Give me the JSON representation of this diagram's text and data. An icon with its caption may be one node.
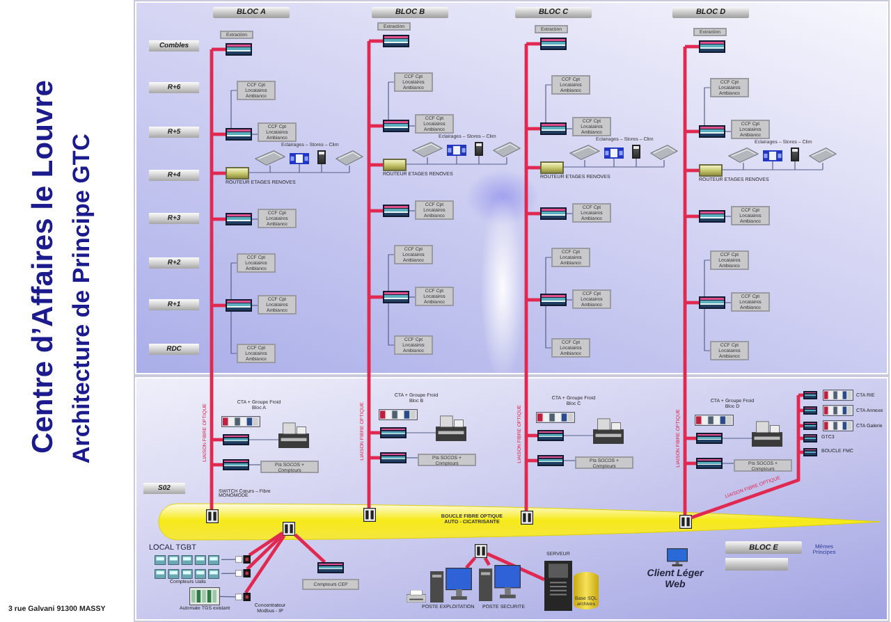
{
  "diagram": {
    "title": "Centre d’Affaires le Louvre",
    "nodes": [
      {
        "text": [
          "BLOC A"
        ]
      },
      {
        "text": [
          "BLOC B"
        ]
      },
      {
        "text": [
          "BLOC C"
        ]
      },
      {
        "text": [
          "BLOC D"
        ]
      },
      {
        "text": [
          "Combles"
        ]
      },
      {
        "text": [
          "R+6"
        ]
      },
      {
        "text": [
          "R+5"
        ]
      },
      {
        "text": [
          "R+4"
        ]
      },
      {
        "text": [
          "R+3"
        ]
      },
      {
        "text": [
          "R+2"
        ]
      },
      {
        "text": [
          "R+1"
        ]
      },
      {
        "text": [
          "RDC"
        ]
      },
      {
        "text": [
          "S02"
        ]
      },
      {
        "text": [
          "Extraction"
        ]
      },
      {
        "text": [],
        "shape": "picture"
      },
      {
        "text": [
          "CCF Cpt Locataires Ambiance"
        ]
      },
      {
        "text": [],
        "shape": "picture"
      },
      {
        "text": [
          "CCF Cpt Locataires Ambiance"
        ]
      },
      {
        "text": [],
        "shape": "picture",
        "beside": [
          "ROUTEUR ETAGES RENOVES"
        ]
      },
      {
        "text": [],
        "shape": "picture"
      },
      {
        "text": [],
        "shape": "picture"
      },
      {
        "text": [],
        "shape": "picture"
      },
      {
        "text": [],
        "shape": "picture"
      },
      {
        "text": [],
        "shape": "picture"
      },
      {
        "text": [
          "CCF Cpt Locataires Ambiance"
        ]
      },
      {
        "text": [
          "CCF Cpt Locataires Ambiance"
        ]
      },
      {
        "text": [],
        "shape": "picture"
      },
      {
        "text": [
          "CCF Cpt Locataires Ambiance"
        ]
      },
      {
        "text": [
          "CCF Cpt Locataires Ambiance"
        ]
      },
      {
        "text": [],
        "shape": "picture"
      },
      {
        "text": [],
        "shape": "picture"
      },
      {
        "text": [],
        "shape": "picture"
      },
      {
        "text": [
          "Pts SOCOS + Compteurs"
        ]
      },
      {
        "text": [],
        "shape": "picture",
        "in": 97
      },
      {
        "text": [
          "Extraction"
        ]
      },
      {
        "text": [],
        "shape": "picture"
      },
      {
        "text": [
          "CCF Cpt Locataires Ambiance"
        ]
      },
      {
        "text": [],
        "shape": "picture"
      },
      {
        "text": [
          "CCF Cpt Locataires Ambiance"
        ]
      },
      {
        "text": [],
        "shape": "picture",
        "beside": [
          "ROUTEUR ETAGES RENOVES"
        ]
      },
      {
        "text": [],
        "shape": "picture"
      },
      {
        "text": [],
        "shape": "picture"
      },
      {
        "text": [],
        "shape": "picture"
      },
      {
        "text": [],
        "shape": "picture"
      },
      {
        "text": [],
        "shape": "picture"
      },
      {
        "text": [
          "CCF Cpt Locataires Ambiance"
        ]
      },
      {
        "text": [
          "CCF Cpt Locataires Ambiance"
        ]
      },
      {
        "text": [],
        "shape": "picture"
      },
      {
        "text": [
          "CCF Cpt Locataires Ambiance"
        ]
      },
      {
        "text": [
          "CCF Cpt Locataires Ambiance"
        ]
      },
      {
        "text": [],
        "shape": "picture"
      },
      {
        "text": [],
        "shape": "picture"
      },
      {
        "text": [],
        "shape": "picture"
      },
      {
        "text": [
          "Pts SOCOS + Compteurs"
        ]
      },
      {
        "text": [],
        "shape": "picture",
        "in": 97
      },
      {
        "text": [
          "Extraction"
        ]
      },
      {
        "text": [],
        "shape": "picture"
      },
      {
        "text": [
          "CCF Cpt Locataires Ambiance"
        ]
      },
      {
        "text": [],
        "shape": "picture"
      },
      {
        "text": [
          "CCF Cpt Locataires Ambiance"
        ]
      },
      {
        "text": [],
        "shape": "picture",
        "beside": [
          "ROUTEUR ETAGES RENOVES"
        ]
      },
      {
        "text": [],
        "shape": "picture"
      },
      {
        "text": [],
        "shape": "picture"
      },
      {
        "text": [],
        "shape": "picture"
      },
      {
        "text": [],
        "shape": "picture"
      },
      {
        "text": [],
        "shape": "picture"
      },
      {
        "text": [
          "CCF Cpt Locataires Ambiance"
        ]
      },
      {
        "text": [
          "CCF Cpt Locataires Ambiance"
        ]
      },
      {
        "text": [],
        "shape": "picture"
      },
      {
        "text": [
          "CCF Cpt Locataires Ambiance"
        ]
      },
      {
        "text": [
          "CCF Cpt Locataires Ambiance"
        ]
      },
      {
        "text": [],
        "shape": "picture"
      },
      {
        "text": [],
        "shape": "picture"
      },
      {
        "text": [],
        "shape": "picture"
      },
      {
        "text": [
          "Pts SOCOS + Compteurs"
        ]
      },
      {
        "text": [],
        "shape": "picture",
        "in": 97
      },
      {
        "text": [
          "Extraction"
        ]
      },
      {
        "text": [],
        "shape": "picture"
      },
      {
        "text": [
          "CCF Cpt Locataires Ambiance"
        ]
      },
      {
        "text": [],
        "shape": "picture"
      },
      {
        "text": [
          "CCF Cpt Locataires Ambiance"
        ]
      },
      {
        "text": [],
        "shape": "picture",
        "beside": [
          "ROUTEUR ETAGES RENOVES"
        ]
      },
      {
        "text": [],
        "shape": "picture"
      },
      {
        "text": [],
        "shape": "picture"
      },
      {
        "text": [],
        "shape": "picture"
      },
      {
        "text": [],
        "shape": "picture"
      },
      {
        "text": [],
        "shape": "picture"
      },
      {
        "text": [
          "CCF Cpt Locataires Ambiance"
        ]
      },
      {
        "text": [
          "CCF Cpt Locataires Ambiance"
        ]
      },
      {
        "text": [],
        "shape": "picture"
      },
      {
        "text": [
          "CCF Cpt Locataires Ambiance"
        ]
      },
      {
        "text": [
          "CCF Cpt Locataires Ambiance"
        ]
      },
      {
        "text": [],
        "shape": "picture"
      },
      {
        "text": [],
        "shape": "picture"
      },
      {
        "text": [],
        "shape": "picture"
      },
      {
        "text": [
          "Pts SOCOS + Compteurs"
        ]
      },
      {
        "text": [],
        "shape": "picture",
        "in": 97
      },
      {
        "text": [
          "BOUCLE FIBRE OPTIQUE AUTO - CICATRISANTE"
        ]
      },
      {
        "text": [],
        "shape": "picture",
        "in": 97
      },
      {
        "text": [],
        "shape": "picture"
      },
      {
        "text": [],
        "shape": "picture"
      },
      {
        "text": [],
        "shape": "picture",
        "beside": [
          "Concentrateur Modbus - IP"
        ]
      },
      {
        "text": [],
        "shape": "picture"
      },
      {
        "text": [],
        "shape": "picture"
      },
      {
        "text": [],
        "shape": "picture",
        "beside": [
          "Automate TGS existant"
        ]
      },
      {
        "text": [],
        "shape": "picture"
      },
      {
        "text": [
          "Compteurs CEP"
        ]
      },
      {
        "text": [],
        "shape": "picture"
      },
      {
        "text": [],
        "shape": "picture",
        "beside": [
          "POSTE EXPLOITATION"
        ]
      },
      {
        "text": [],
        "shape": "picture",
        "beside": [
          "POSTE SECURITE"
        ]
      },
      {
        "text": [],
        "shape": "picture",
        "beside": [
          "SERVEUR"
        ]
      },
      {
        "text": [
          "Base SQL archives"
        ]
      },
      {
        "text": [],
        "shape": "picture"
      },
      {
        "text": [],
        "shape": "picture"
      },
      {
        "text": [],
        "shape": "picture"
      },
      {
        "text": [],
        "shape": "picture",
        "beside": [
          "GTC3"
        ]
      },
      {
        "text": [],
        "shape": "picture",
        "beside": [
          "BOUCLE FMC"
        ]
      },
      {
        "text": [
          "BLOC E"
        ]
      },
      {
        "text": [],
        "shape": "box"
      }
    ],
    "edges": [
      {
        "from": 14,
        "to": 33,
        "arrow": "none",
        "style": "thick",
        "color": "#e02850"
      },
      {
        "from": 16,
        "to": 33,
        "arrow": "none",
        "style": "thick",
        "color": "#e02850"
      },
      {
        "from": 18,
        "to": 33,
        "arrow": "none",
        "style": "thick",
        "color": "#e02850"
      },
      {
        "from": 23,
        "to": 33,
        "arrow": "none",
        "style": "thick",
        "color": "#e02850"
      },
      {
        "from": 26,
        "to": 33,
        "arrow": "none",
        "style": "thick",
        "color": "#e02850",
        "label": "LIAISON FIBRE OPTIQUE"
      },
      {
        "from": 29,
        "to": 33,
        "arrow": "none",
        "style": "thick",
        "color": "#e02850"
      },
      {
        "from": 31,
        "to": 33,
        "arrow": "none",
        "style": "thick",
        "color": "#e02850"
      },
      {
        "from": 16,
        "to": 15,
        "arrow": "none"
      },
      {
        "from": 16,
        "to": 17,
        "arrow": "none"
      },
      {
        "from": 18,
        "to": 19,
        "arrow": "none"
      },
      {
        "from": 18,
        "to": 20,
        "arrow": "none"
      },
      {
        "from": 18,
        "to": 21,
        "arrow": "none"
      },
      {
        "from": 18,
        "to": 22,
        "arrow": "none"
      },
      {
        "from": 23,
        "to": 24,
        "arrow": "none"
      },
      {
        "from": 26,
        "to": 25,
        "arrow": "none"
      },
      {
        "from": 26,
        "to": 27,
        "arrow": "none"
      },
      {
        "from": 26,
        "to": 28,
        "arrow": "none"
      },
      {
        "from": 29,
        "to": 30,
        "arrow": "none"
      },
      {
        "from": 31,
        "to": 32,
        "arrow": "none"
      },
      {
        "from": 35,
        "to": 54,
        "arrow": "none",
        "style": "thick",
        "color": "#e02850"
      },
      {
        "from": 37,
        "to": 54,
        "arrow": "none",
        "style": "thick",
        "color": "#e02850"
      },
      {
        "from": 39,
        "to": 54,
        "arrow": "none",
        "style": "thick",
        "color": "#e02850"
      },
      {
        "from": 44,
        "to": 54,
        "arrow": "none",
        "style": "thick",
        "color": "#e02850"
      },
      {
        "from": 47,
        "to": 54,
        "arrow": "none",
        "style": "thick",
        "color": "#e02850",
        "label": "LIAISON FIBRE OPTIQUE"
      },
      {
        "from": 50,
        "to": 54,
        "arrow": "none",
        "style": "thick",
        "color": "#e02850"
      },
      {
        "from": 52,
        "to": 54,
        "arrow": "none",
        "style": "thick",
        "color": "#e02850"
      },
      {
        "from": 37,
        "to": 36,
        "arrow": "none"
      },
      {
        "from": 37,
        "to": 38,
        "arrow": "none"
      },
      {
        "from": 39,
        "to": 40,
        "arrow": "none"
      },
      {
        "from": 39,
        "to": 41,
        "arrow": "none"
      },
      {
        "from": 39,
        "to": 42,
        "arrow": "none"
      },
      {
        "from": 39,
        "to": 43,
        "arrow": "none"
      },
      {
        "from": 44,
        "to": 45,
        "arrow": "none"
      },
      {
        "from": 47,
        "to": 46,
        "arrow": "none"
      },
      {
        "from": 47,
        "to": 48,
        "arrow": "none"
      },
      {
        "from": 47,
        "to": 49,
        "arrow": "none"
      },
      {
        "from": 50,
        "to": 51,
        "arrow": "none"
      },
      {
        "from": 52,
        "to": 53,
        "arrow": "none"
      },
      {
        "from": 56,
        "to": 75,
        "arrow": "none",
        "style": "thick",
        "color": "#e02850"
      },
      {
        "from": 58,
        "to": 75,
        "arrow": "none",
        "style": "thick",
        "color": "#e02850"
      },
      {
        "from": 60,
        "to": 75,
        "arrow": "none",
        "style": "thick",
        "color": "#e02850"
      },
      {
        "from": 65,
        "to": 75,
        "arrow": "none",
        "style": "thick",
        "color": "#e02850"
      },
      {
        "from": 68,
        "to": 75,
        "arrow": "none",
        "style": "thick",
        "color": "#e02850",
        "label": "LIAISON FIBRE OPTIQUE"
      },
      {
        "from": 71,
        "to": 75,
        "arrow": "none",
        "style": "thick",
        "color": "#e02850"
      },
      {
        "from": 73,
        "to": 75,
        "arrow": "none",
        "style": "thick",
        "color": "#e02850"
      },
      {
        "from": 58,
        "to": 57,
        "arrow": "none"
      },
      {
        "from": 58,
        "to": 59,
        "arrow": "none"
      },
      {
        "from": 60,
        "to": 61,
        "arrow": "none"
      },
      {
        "from": 60,
        "to": 62,
        "arrow": "none"
      },
      {
        "from": 60,
        "to": 63,
        "arrow": "none"
      },
      {
        "from": 60,
        "to": 64,
        "arrow": "none"
      },
      {
        "from": 65,
        "to": 66,
        "arrow": "none"
      },
      {
        "from": 68,
        "to": 67,
        "arrow": "none"
      },
      {
        "from": 68,
        "to": 69,
        "arrow": "none"
      },
      {
        "from": 68,
        "to": 70,
        "arrow": "none"
      },
      {
        "from": 71,
        "to": 72,
        "arrow": "none"
      },
      {
        "from": 73,
        "to": 74,
        "arrow": "none"
      },
      {
        "from": 77,
        "to": 96,
        "arrow": "none",
        "style": "thick",
        "color": "#e02850"
      },
      {
        "from": 79,
        "to": 96,
        "arrow": "none",
        "style": "thick",
        "color": "#e02850"
      },
      {
        "from": 81,
        "to": 96,
        "arrow": "none",
        "style": "thick",
        "color": "#e02850"
      },
      {
        "from": 86,
        "to": 96,
        "arrow": "none",
        "style": "thick",
        "color": "#e02850"
      },
      {
        "from": 89,
        "to": 96,
        "arrow": "none",
        "style": "thick",
        "color": "#e02850",
        "label": "LIAISON FIBRE OPTIQUE"
      },
      {
        "from": 92,
        "to": 96,
        "arrow": "none",
        "style": "thick",
        "color": "#e02850"
      },
      {
        "from": 94,
        "to": 96,
        "arrow": "none",
        "style": "thick",
        "color": "#e02850"
      },
      {
        "from": 79,
        "to": 78,
        "arrow": "none"
      },
      {
        "from": 79,
        "to": 80,
        "arrow": "none"
      },
      {
        "from": 81,
        "to": 82,
        "arrow": "none"
      },
      {
        "from": 81,
        "to": 83,
        "arrow": "none"
      },
      {
        "from": 81,
        "to": 84,
        "arrow": "none"
      },
      {
        "from": 81,
        "to": 85,
        "arrow": "none"
      },
      {
        "from": 86,
        "to": 87,
        "arrow": "none"
      },
      {
        "from": 89,
        "to": 88,
        "arrow": "none"
      },
      {
        "from": 89,
        "to": 90,
        "arrow": "none"
      },
      {
        "from": 89,
        "to": 91,
        "arrow": "none"
      },
      {
        "from": 92,
        "to": 93,
        "arrow": "none"
      },
      {
        "from": 94,
        "to": 95,
        "arrow": "none"
      },
      {
        "from": 98,
        "to": 99,
        "arrow": "none",
        "style": "thick",
        "color": "#e02850"
      },
      {
        "from": 98,
        "to": 100,
        "arrow": "none",
        "style": "thick",
        "color": "#e02850"
      },
      {
        "from": 98,
        "to": 101,
        "arrow": "none",
        "style": "thick",
        "color": "#e02850"
      },
      {
        "from": 98,
        "to": 105,
        "arrow": "none",
        "style": "thick",
        "color": "#e02850"
      },
      {
        "from": 102,
        "to": 99,
        "arrow": "none"
      },
      {
        "from": 103,
        "to": 100,
        "arrow": "none"
      },
      {
        "from": 104,
        "to": 101,
        "arrow": "none"
      },
      {
        "from": 107,
        "to": 108,
        "arrow": "none",
        "style": "thick",
        "color": "#e02850"
      },
      {
        "from": 107,
        "to": 109,
        "arrow": "none",
        "style": "thick",
        "color": "#e02850"
      },
      {
        "from": 107,
        "to": 110,
        "arrow": "none",
        "style": "thick",
        "color": "#e02850"
      },
      {
        "from": 112,
        "to": 96,
        "arrow": "none",
        "style": "thick",
        "color": "#e02850"
      },
      {
        "from": 113,
        "to": 96,
        "arrow": "none",
        "style": "thick",
        "color": "#e02850"
      },
      {
        "from": 114,
        "to": 96,
        "arrow": "none",
        "style": "thick",
        "color": "#e02850"
      },
      {
        "from": 115,
        "to": 96,
        "arrow": "none",
        "style": "thick",
        "color": "#e02850"
      },
      {
        "from": 116,
        "to": 96,
        "arrow": "none",
        "style": "thick",
        "color": "#e02850",
        "label": "LIAISON FIBRE OPTIQUE"
      }
    ],
    "labels": [
      "Architecture de Principe GTC",
      "Eclairages – Stores – Clim",
      "Eclairages – Stores – Clim",
      "Eclairages – Stores – Clim",
      "Eclairages – Stores – Clim",
      "CTA + Groupe Froid Bloc A",
      "CTA + Groupe Froid Bloc B",
      "CTA + Groupe Froid Bloc C",
      "CTA + Groupe Froid Bloc D",
      "CTA RIE",
      "CTA Annexe",
      "CTA Galerie",
      "SWITCH Cœurs – Fibre MONOMODE",
      "LOCAL TGBT",
      "Compteurs Ualis",
      "Client Léger Web",
      "Mêmes Principes",
      "3 rue Galvani 91300 MASSY"
    ]
  }
}
